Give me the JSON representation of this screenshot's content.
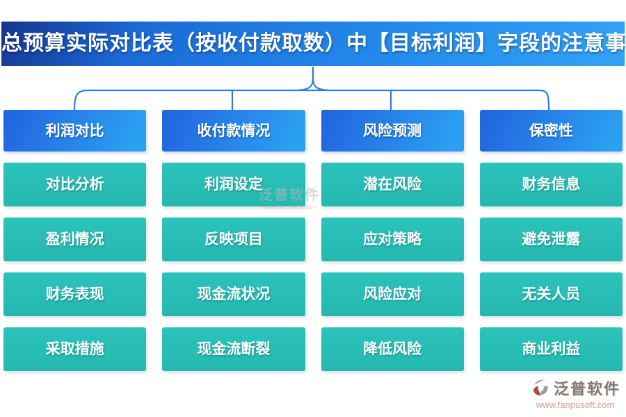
{
  "title": "总预算实际对比表（按收付款取数）中【目标利润】字段的注意事项",
  "columns": [
    {
      "header": "利润对比",
      "items": [
        "对比分析",
        "盈利情况",
        "财务表现",
        "采取措施"
      ]
    },
    {
      "header": "收付款情况",
      "items": [
        "利润设定",
        "反映项目",
        "现金流状况",
        "现金流断裂"
      ]
    },
    {
      "header": "风险预测",
      "items": [
        "潜在风险",
        "应对策略",
        "风险应对",
        "降低风险"
      ]
    },
    {
      "header": "保密性",
      "items": [
        "财务信息",
        "避免泄露",
        "无关人员",
        "商业利益"
      ]
    }
  ],
  "watermark": {
    "text": "泛普软件",
    "url": "www.fanpusoft.com"
  },
  "footer": {
    "brand": "泛普软件",
    "url": "www.fanpusoft.com"
  },
  "colors": {
    "banner_dark": "#16348e",
    "banner_mid": "#1b6ad8",
    "banner_light": "#31a4f6",
    "header_left": "#2163de",
    "header_right": "#2b9ff2",
    "item_teal": "#27bdb5",
    "connector_blue": "#2d7de6",
    "brand_text": "#857a72",
    "brand_url": "#de9b8b"
  }
}
